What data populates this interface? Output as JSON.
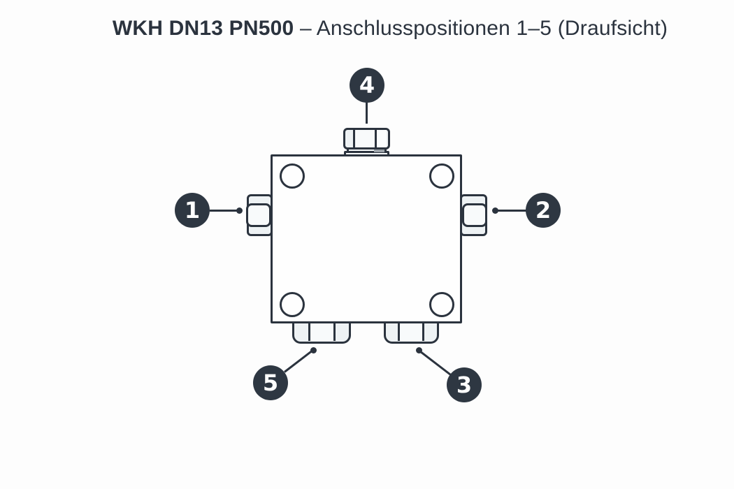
{
  "title": {
    "product": "WKH DN13 PN500",
    "subtitle": "– Anschlusspositionen 1–5 (Draufsicht)"
  },
  "colors": {
    "ink": "#2b333e",
    "badge-bg": "#2e3742",
    "badge-text": "#ffffff",
    "fitting-fill": "#eef2f4",
    "face-fill": "#f8fafb",
    "gray-mark": "#9aa1a8",
    "body-fill": "#fefefe",
    "background": "#fdfdfd"
  },
  "badges": [
    {
      "label": "1",
      "position": "left"
    },
    {
      "label": "2",
      "position": "right"
    },
    {
      "label": "3",
      "position": "bottom-right"
    },
    {
      "label": "4",
      "position": "top"
    },
    {
      "label": "5",
      "position": "bottom-left"
    }
  ],
  "diagram": {
    "view": "Draufsicht",
    "bolt_holes": 4,
    "ports": [
      {
        "number": "1",
        "location": "left"
      },
      {
        "number": "2",
        "location": "right"
      },
      {
        "number": "3",
        "location": "bottom-right"
      },
      {
        "number": "4",
        "location": "top"
      },
      {
        "number": "5",
        "location": "bottom-left"
      }
    ]
  }
}
